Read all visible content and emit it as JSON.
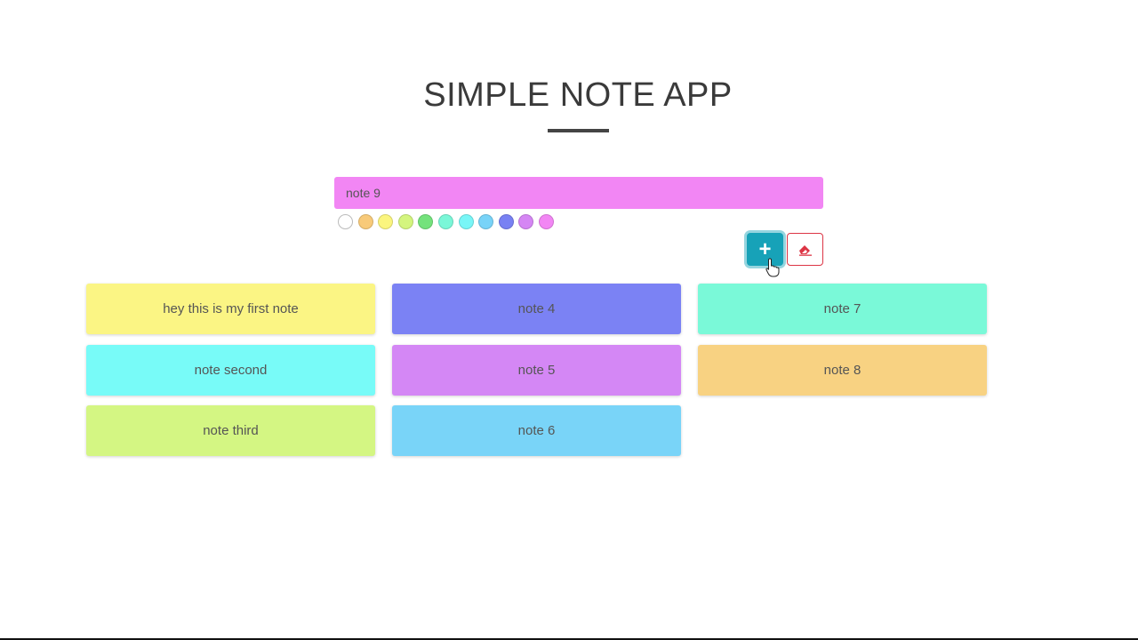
{
  "header": {
    "title": "SIMPLE NOTE APP"
  },
  "editor": {
    "input_value": "note 9",
    "input_color": "#f286f4",
    "palette": [
      {
        "name": "white",
        "color": "#ffffff"
      },
      {
        "name": "orange",
        "color": "#f8ca79"
      },
      {
        "name": "yellow",
        "color": "#fbf57e"
      },
      {
        "name": "lime",
        "color": "#d4f57e"
      },
      {
        "name": "green",
        "color": "#74e27c"
      },
      {
        "name": "teal",
        "color": "#7af7d8"
      },
      {
        "name": "cyan",
        "color": "#78f6f7"
      },
      {
        "name": "sky",
        "color": "#78d3f8"
      },
      {
        "name": "indigo",
        "color": "#7881f3"
      },
      {
        "name": "purple",
        "color": "#d586f4"
      },
      {
        "name": "pink",
        "color": "#f286f4"
      }
    ],
    "add_button_icon": "+",
    "clear_button_icon": "eraser-icon"
  },
  "notes": [
    {
      "text": "hey this is my first note",
      "color": "#fbf584",
      "col": 0,
      "row": 0
    },
    {
      "text": "note second",
      "color": "#78fbf8",
      "col": 0,
      "row": 1
    },
    {
      "text": "note third",
      "color": "#d4f683",
      "col": 0,
      "row": 2
    },
    {
      "text": "note 4",
      "color": "#7b82f4",
      "col": 1,
      "row": 0
    },
    {
      "text": "note 5",
      "color": "#d487f5",
      "col": 1,
      "row": 1
    },
    {
      "text": "note 6",
      "color": "#79d4f8",
      "col": 1,
      "row": 2
    },
    {
      "text": "note 7",
      "color": "#7af9d8",
      "col": 2,
      "row": 0
    },
    {
      "text": "note 8",
      "color": "#f8d282",
      "col": 2,
      "row": 1
    }
  ]
}
